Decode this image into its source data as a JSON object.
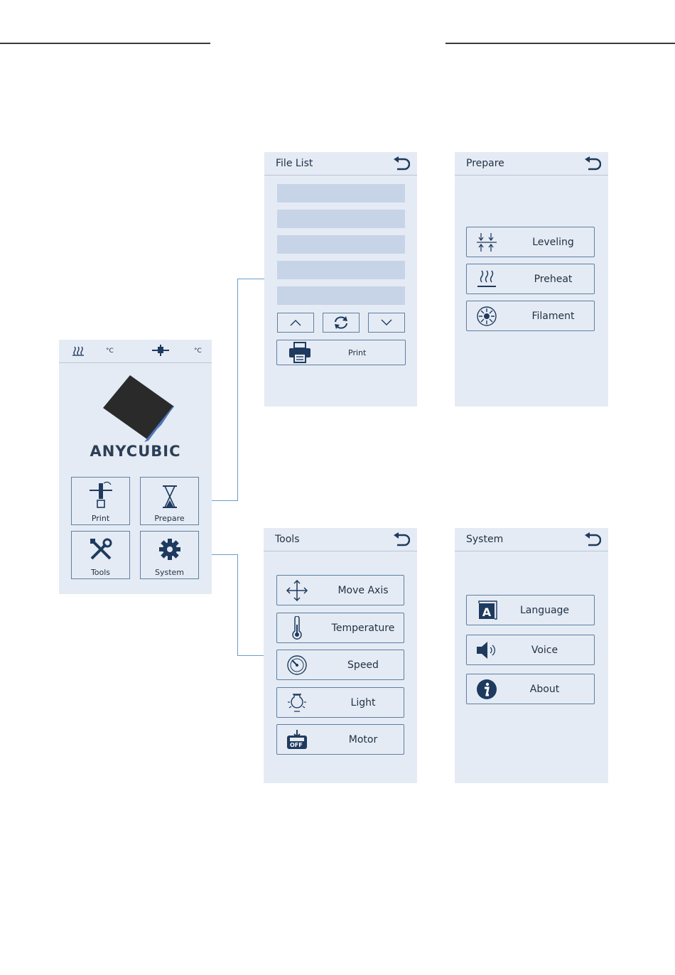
{
  "home": {
    "temp_unit_1": "°C",
    "temp_unit_2": "°C",
    "brand": "ANYCUBIC",
    "buttons": {
      "print": "Print",
      "prepare": "Prepare",
      "tools": "Tools",
      "system": "System"
    }
  },
  "file_list": {
    "title": "File List",
    "print_label": "Print"
  },
  "prepare": {
    "title": "Prepare",
    "items": [
      "Leveling",
      "Preheat",
      "Filament"
    ]
  },
  "tools": {
    "title": "Tools",
    "items": [
      "Move Axis",
      "Temperature",
      "Speed",
      "Light",
      "Motor"
    ]
  },
  "system": {
    "title": "System",
    "items": [
      "Language",
      "Voice",
      "About"
    ]
  },
  "icons": {
    "back": "back-arrow-icon",
    "motor_badge": "OFF"
  },
  "colors": {
    "panel_bg": "#e5ebf4",
    "accent": "#1e3a5f",
    "border": "#5a7fa6",
    "connector": "#6a9cc9"
  }
}
